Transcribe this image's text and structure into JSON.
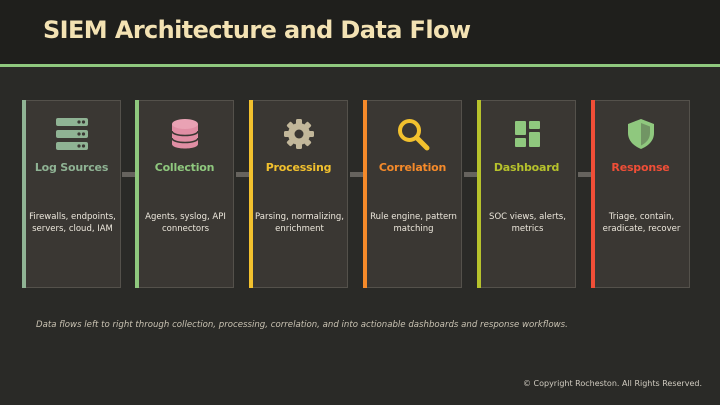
{
  "title": "SIEM Architecture and Data Flow",
  "stages": [
    {
      "label": "Log Sources",
      "description": "Firewalls, endpoints, servers, cloud, IAM",
      "icon": "server-stack-icon",
      "color": "#8fb394"
    },
    {
      "label": "Collection",
      "description": "Agents, syslog, API connectors",
      "icon": "database-icon",
      "color": "#8fc87e"
    },
    {
      "label": "Processing",
      "description": "Parsing, normalizing, enrichment",
      "icon": "gear-icon",
      "color": "#f2c12e"
    },
    {
      "label": "Correlation",
      "description": "Rule engine, pattern matching",
      "icon": "magnifier-icon",
      "color": "#f58a2a"
    },
    {
      "label": "Dashboard",
      "description": "SOC views, alerts, metrics",
      "icon": "dashboard-grid-icon",
      "color": "#b6c22c"
    },
    {
      "label": "Response",
      "description": "Triage, contain, eradicate, recover",
      "icon": "shield-icon",
      "color": "#f04e37"
    }
  ],
  "caption": "Data flows left to right through collection, processing, correlation, and into actionable dashboards and response workflows.",
  "copyright": "© Copyright Rocheston. All Rights Reserved."
}
